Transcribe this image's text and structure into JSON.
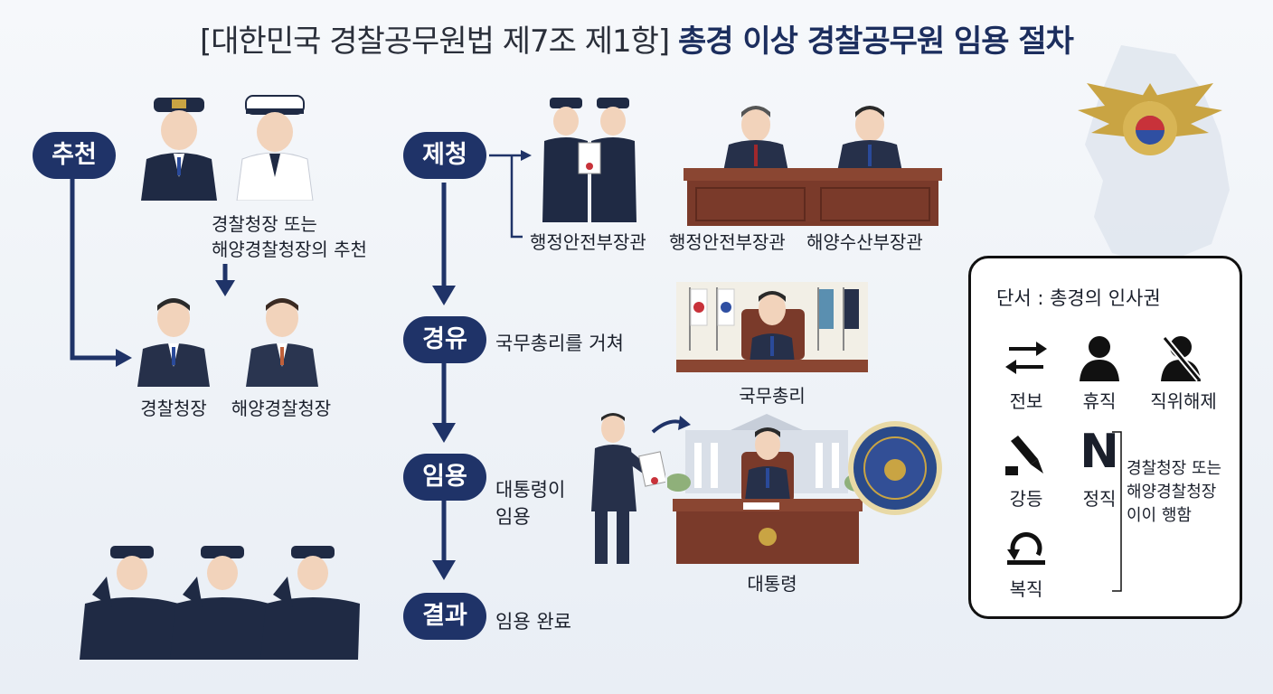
{
  "title": {
    "prefix": "[대한민국 경찰공무원법 제7조 제1항]",
    "main": "총경 이상 경찰공무원 임용 절차"
  },
  "steps": {
    "recommend": "추천",
    "request": "제청",
    "via": "경유",
    "appoint": "임용",
    "result": "결과"
  },
  "recommend": {
    "caption_line1": "경찰청장 또는",
    "caption_line2": "해양경찰청장의 추천",
    "person1": "경찰청장",
    "person2": "해양경찰청장"
  },
  "request": {
    "left_caption": "행정안전부장관",
    "minister1": "행정안전부장관",
    "minister2": "해양수산부장관"
  },
  "via": {
    "text": "국무총리를 거쳐",
    "image_caption": "국무총리"
  },
  "appoint": {
    "text_line1": "대통령이",
    "text_line2": "임용",
    "image_caption": "대통령"
  },
  "result": {
    "text": "임용 완료"
  },
  "legend": {
    "title": "단서 : 총경의 인사권",
    "items": {
      "transfer": "전보",
      "leave": "휴직",
      "dismissal": "직위해제",
      "demotion": "강등",
      "suspension": "정직",
      "reinstatement": "복직"
    },
    "n_glyph": "N",
    "note_line1": "경찰청장 또는",
    "note_line2": "해양경찰청장",
    "note_line3": "이이 행함"
  },
  "colors": {
    "navy": "#1f3368",
    "gold": "#c9a443",
    "desk": "#7a3a2a"
  },
  "icons": [
    "transfer-arrows-icon",
    "person-icon",
    "person-slash-icon",
    "pencil-down-icon",
    "undo-icon",
    "police-emblem-icon",
    "korea-map-icon"
  ]
}
